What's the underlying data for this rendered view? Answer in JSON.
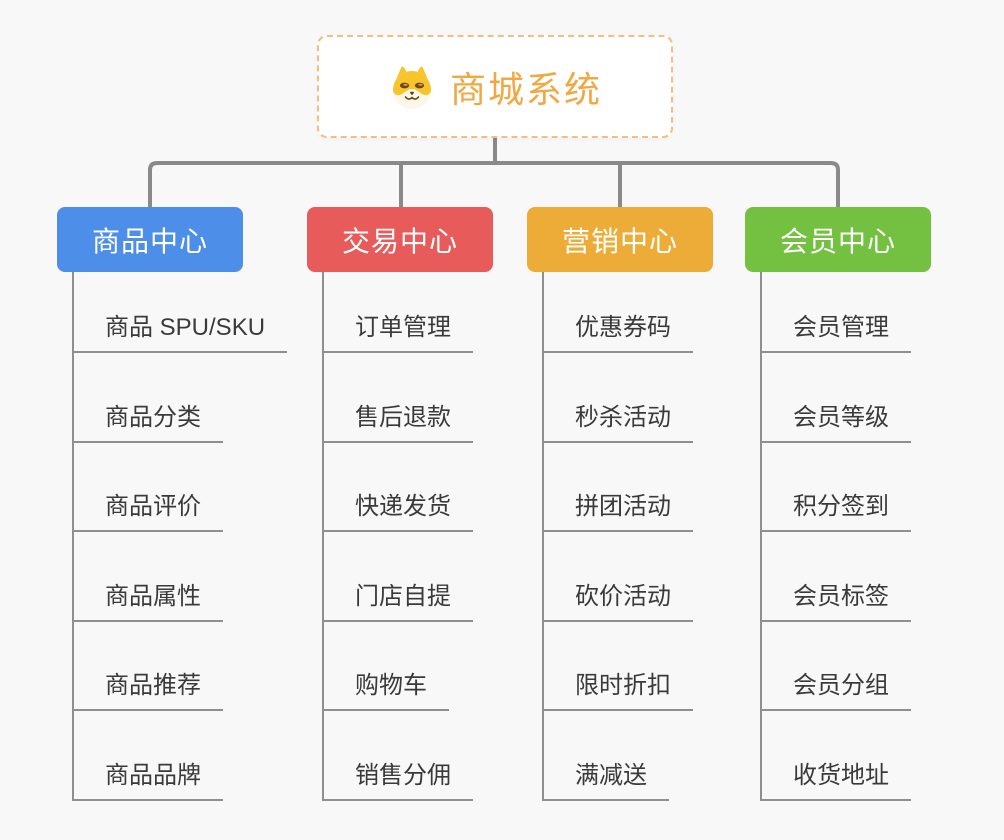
{
  "colors": {
    "bg": "#F8F8F8",
    "connector": "#8A8A8A",
    "underline": "#8F8F8F",
    "leaf-text": "#3A3A3A",
    "root-accent": "#F1A843",
    "root-border": "#F2BF7E",
    "node-text": "#FFFFFF"
  },
  "root": {
    "title": "商城系统",
    "icon": "dog-face-icon"
  },
  "branches": [
    {
      "title": "商品中心",
      "color": "#4D8EE9",
      "children": [
        "商品 SPU/SKU",
        "商品分类",
        "商品评价",
        "商品属性",
        "商品推荐",
        "商品品牌"
      ]
    },
    {
      "title": "交易中心",
      "color": "#E85B5B",
      "children": [
        "订单管理",
        "售后退款",
        "快递发货",
        "门店自提",
        "购物车",
        "销售分佣"
      ]
    },
    {
      "title": "营销中心",
      "color": "#EDAC38",
      "children": [
        "优惠券码",
        "秒杀活动",
        "拼团活动",
        "砍价活动",
        "限时折扣",
        "满减送"
      ]
    },
    {
      "title": "会员中心",
      "color": "#74C142",
      "children": [
        "会员管理",
        "会员等级",
        "积分签到",
        "会员标签",
        "会员分组",
        "收货地址"
      ]
    }
  ]
}
